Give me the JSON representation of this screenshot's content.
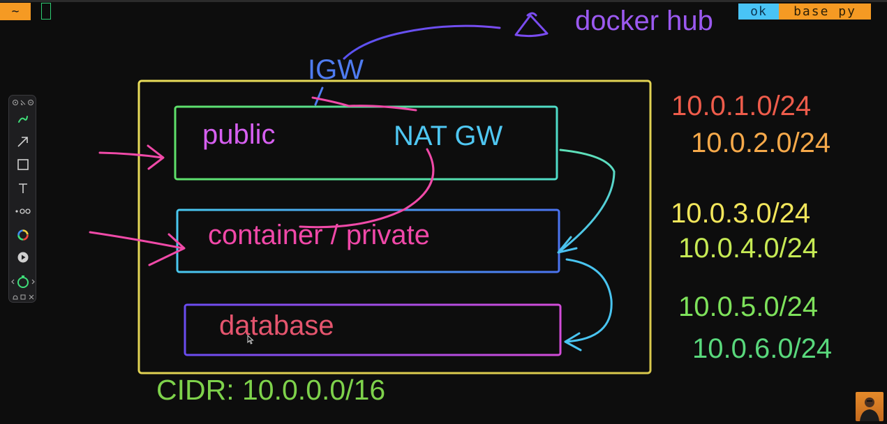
{
  "terminal": {
    "tilde": "~",
    "status_ok": "ok",
    "status_env": "base py"
  },
  "toolbar": {
    "tools": [
      "pen-icon",
      "arrow-icon",
      "rectangle-icon",
      "text-icon",
      "connector-icon",
      "color-wheel-icon",
      "play-icon",
      "timer-icon"
    ]
  },
  "diagram": {
    "docker_hub": "docker hub",
    "igw": "IGW",
    "public": "public",
    "nat_gw": "NAT GW",
    "container_private": "container / private",
    "database": "database",
    "cidr": "CIDR: 10.0.0.0/16"
  },
  "subnets": [
    "10.0.1.0/24",
    "10.0.2.0/24",
    "10.0.3.0/24",
    "10.0.4.0/24",
    "10.0.5.0/24",
    "10.0.6.0/24"
  ],
  "colors": {
    "vpc_border": "#e8d45a",
    "public_border": "#52e07a",
    "private_border": "#4a8cf0",
    "database_border": "#b04cf0",
    "accent_pink": "#f04aa8",
    "accent_teal": "#49e0c8",
    "accent_purple": "#7a4cf0"
  }
}
